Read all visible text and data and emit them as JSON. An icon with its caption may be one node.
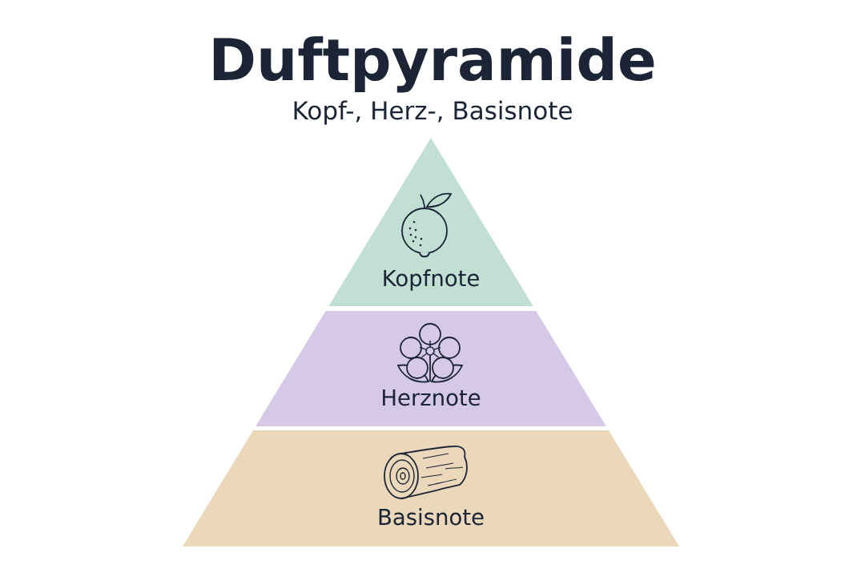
{
  "diagram": {
    "title": "Duftpyramide",
    "nodes": [
      {
        "text": [
          "Kopfnote"
        ]
      },
      {
        "text": [
          "Herznote"
        ]
      },
      {
        "text": [
          "Basisnote"
        ]
      }
    ],
    "labels": [
      "Kopf-, Herz-, Basisnote"
    ]
  }
}
